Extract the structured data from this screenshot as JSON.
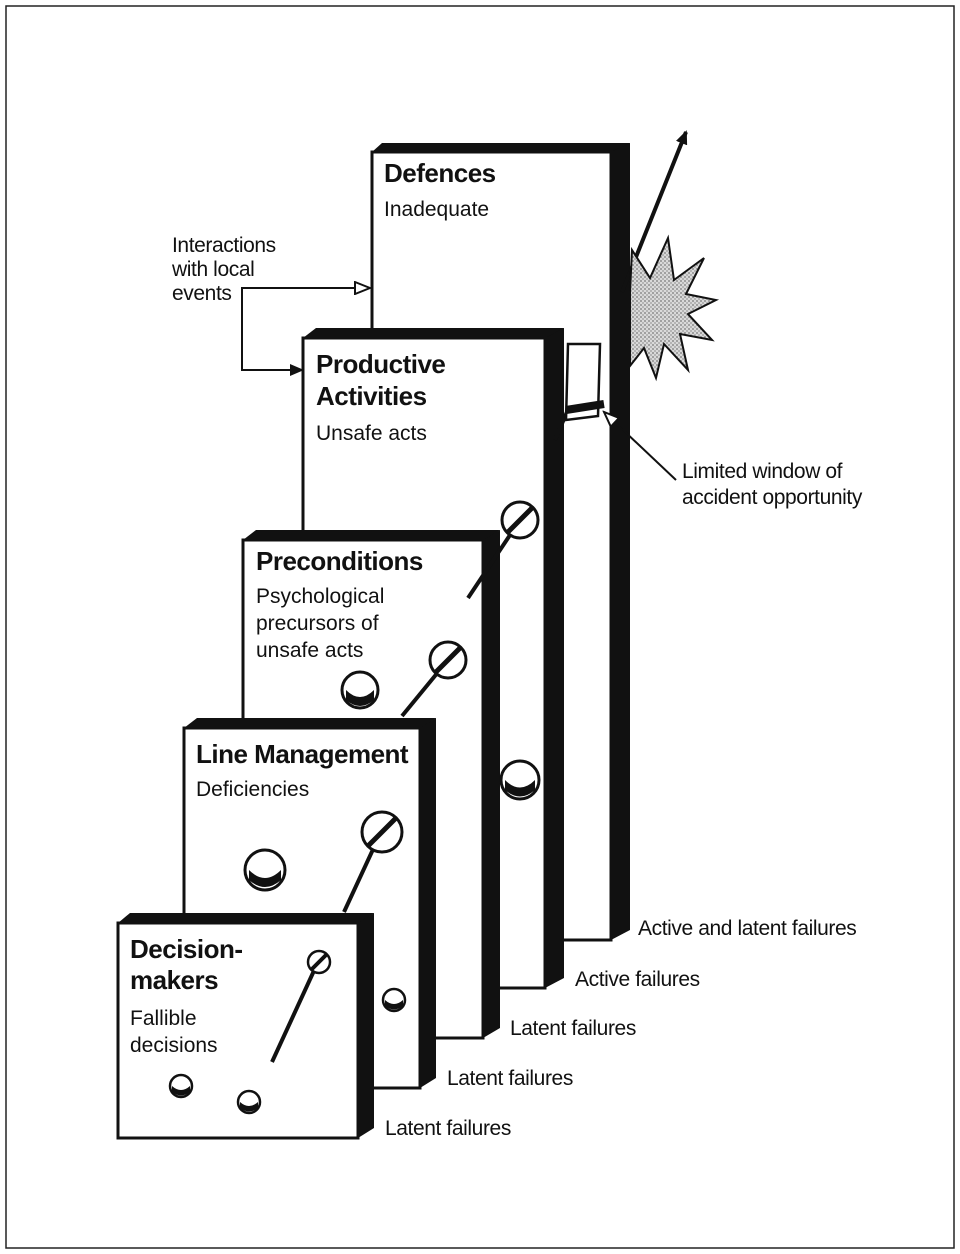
{
  "layers": [
    {
      "title_lines": [
        "Defences"
      ],
      "desc_lines": [
        "Inadequate"
      ],
      "failure_label": "Active and latent failures"
    },
    {
      "title_lines": [
        "Productive",
        "Activities"
      ],
      "desc_lines": [
        "Unsafe acts"
      ],
      "failure_label": "Active failures"
    },
    {
      "title_lines": [
        "Preconditions"
      ],
      "desc_lines": [
        "Psychological",
        "precursors of",
        "unsafe acts"
      ],
      "failure_label": "Latent failures"
    },
    {
      "title_lines": [
        "Line Management"
      ],
      "desc_lines": [
        "Deficiencies"
      ],
      "failure_label": "Latent failures"
    },
    {
      "title_lines": [
        "Decision-",
        "makers"
      ],
      "desc_lines": [
        "Fallible",
        "decisions"
      ],
      "failure_label": "Latent failures"
    }
  ],
  "interactions_label": [
    "Interactions",
    "with local",
    "events"
  ],
  "window_label": [
    "Limited window of",
    "accident opportunity"
  ],
  "colors": {
    "ink": "#111111",
    "paper": "#ffffff",
    "burst": "#bdbdbd"
  }
}
